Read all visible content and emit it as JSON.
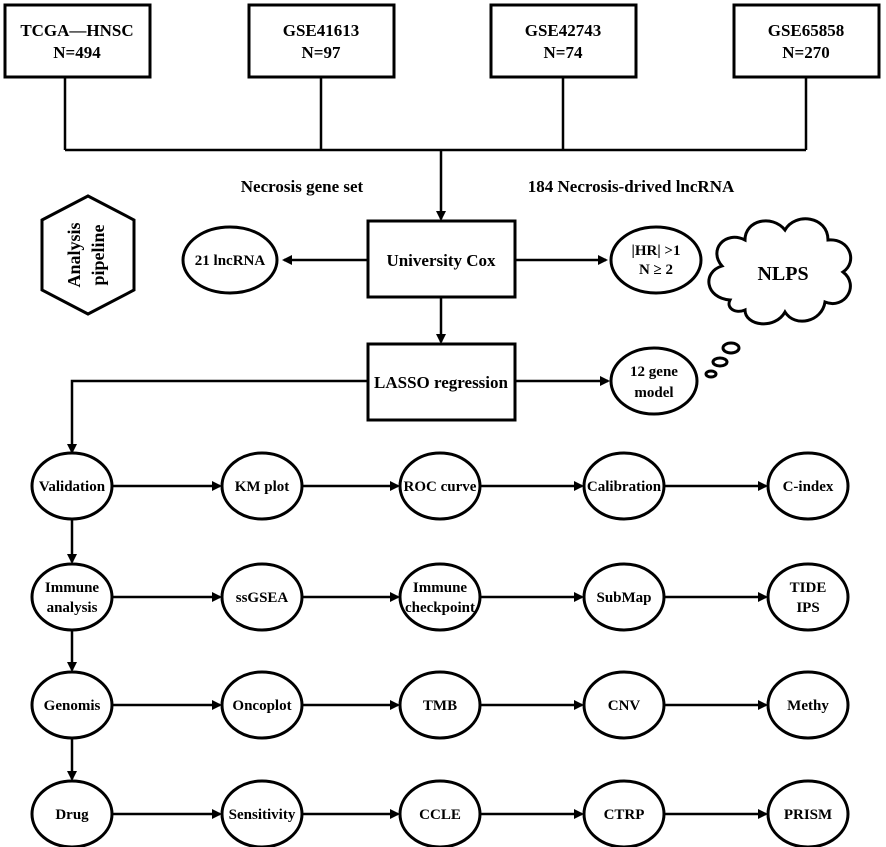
{
  "datasets": [
    {
      "name": "TCGA—HNSC",
      "n": "N=494"
    },
    {
      "name": "GSE41613",
      "n": "N=97"
    },
    {
      "name": "GSE42743",
      "n": "N=74"
    },
    {
      "name": "GSE65858",
      "n": "N=270"
    }
  ],
  "labels": {
    "gene_set": "Necrosis gene set",
    "lncrna": "184 Necrosis-drived lncRNA"
  },
  "pipeline": {
    "line1": "Analysis",
    "line2": "pipeline"
  },
  "cox": {
    "title": "University Cox",
    "left": "21 lncRNA",
    "right_line1": "|HR| >1",
    "right_line2": "N ≥ 2"
  },
  "lasso": {
    "title": "LASSO regression",
    "model_line1": "12 gene",
    "model_line2": "model",
    "cloud": "NLPS"
  },
  "rows": [
    {
      "head": [
        "Validation"
      ],
      "steps": [
        [
          "KM plot"
        ],
        [
          "ROC curve"
        ],
        [
          "Calibration"
        ],
        [
          "C-index"
        ]
      ]
    },
    {
      "head": [
        "Immune",
        "analysis"
      ],
      "steps": [
        [
          "ssGSEA"
        ],
        [
          "Immune",
          "checkpoint"
        ],
        [
          "SubMap"
        ],
        [
          "TIDE",
          "IPS"
        ]
      ]
    },
    {
      "head": [
        "Genomis"
      ],
      "steps": [
        [
          "Oncoplot"
        ],
        [
          "TMB"
        ],
        [
          "CNV"
        ],
        [
          "Methy"
        ]
      ]
    },
    {
      "head": [
        "Drug"
      ],
      "steps": [
        [
          "Sensitivity"
        ],
        [
          "CCLE"
        ],
        [
          "CTRP"
        ],
        [
          "PRISM"
        ]
      ]
    }
  ]
}
